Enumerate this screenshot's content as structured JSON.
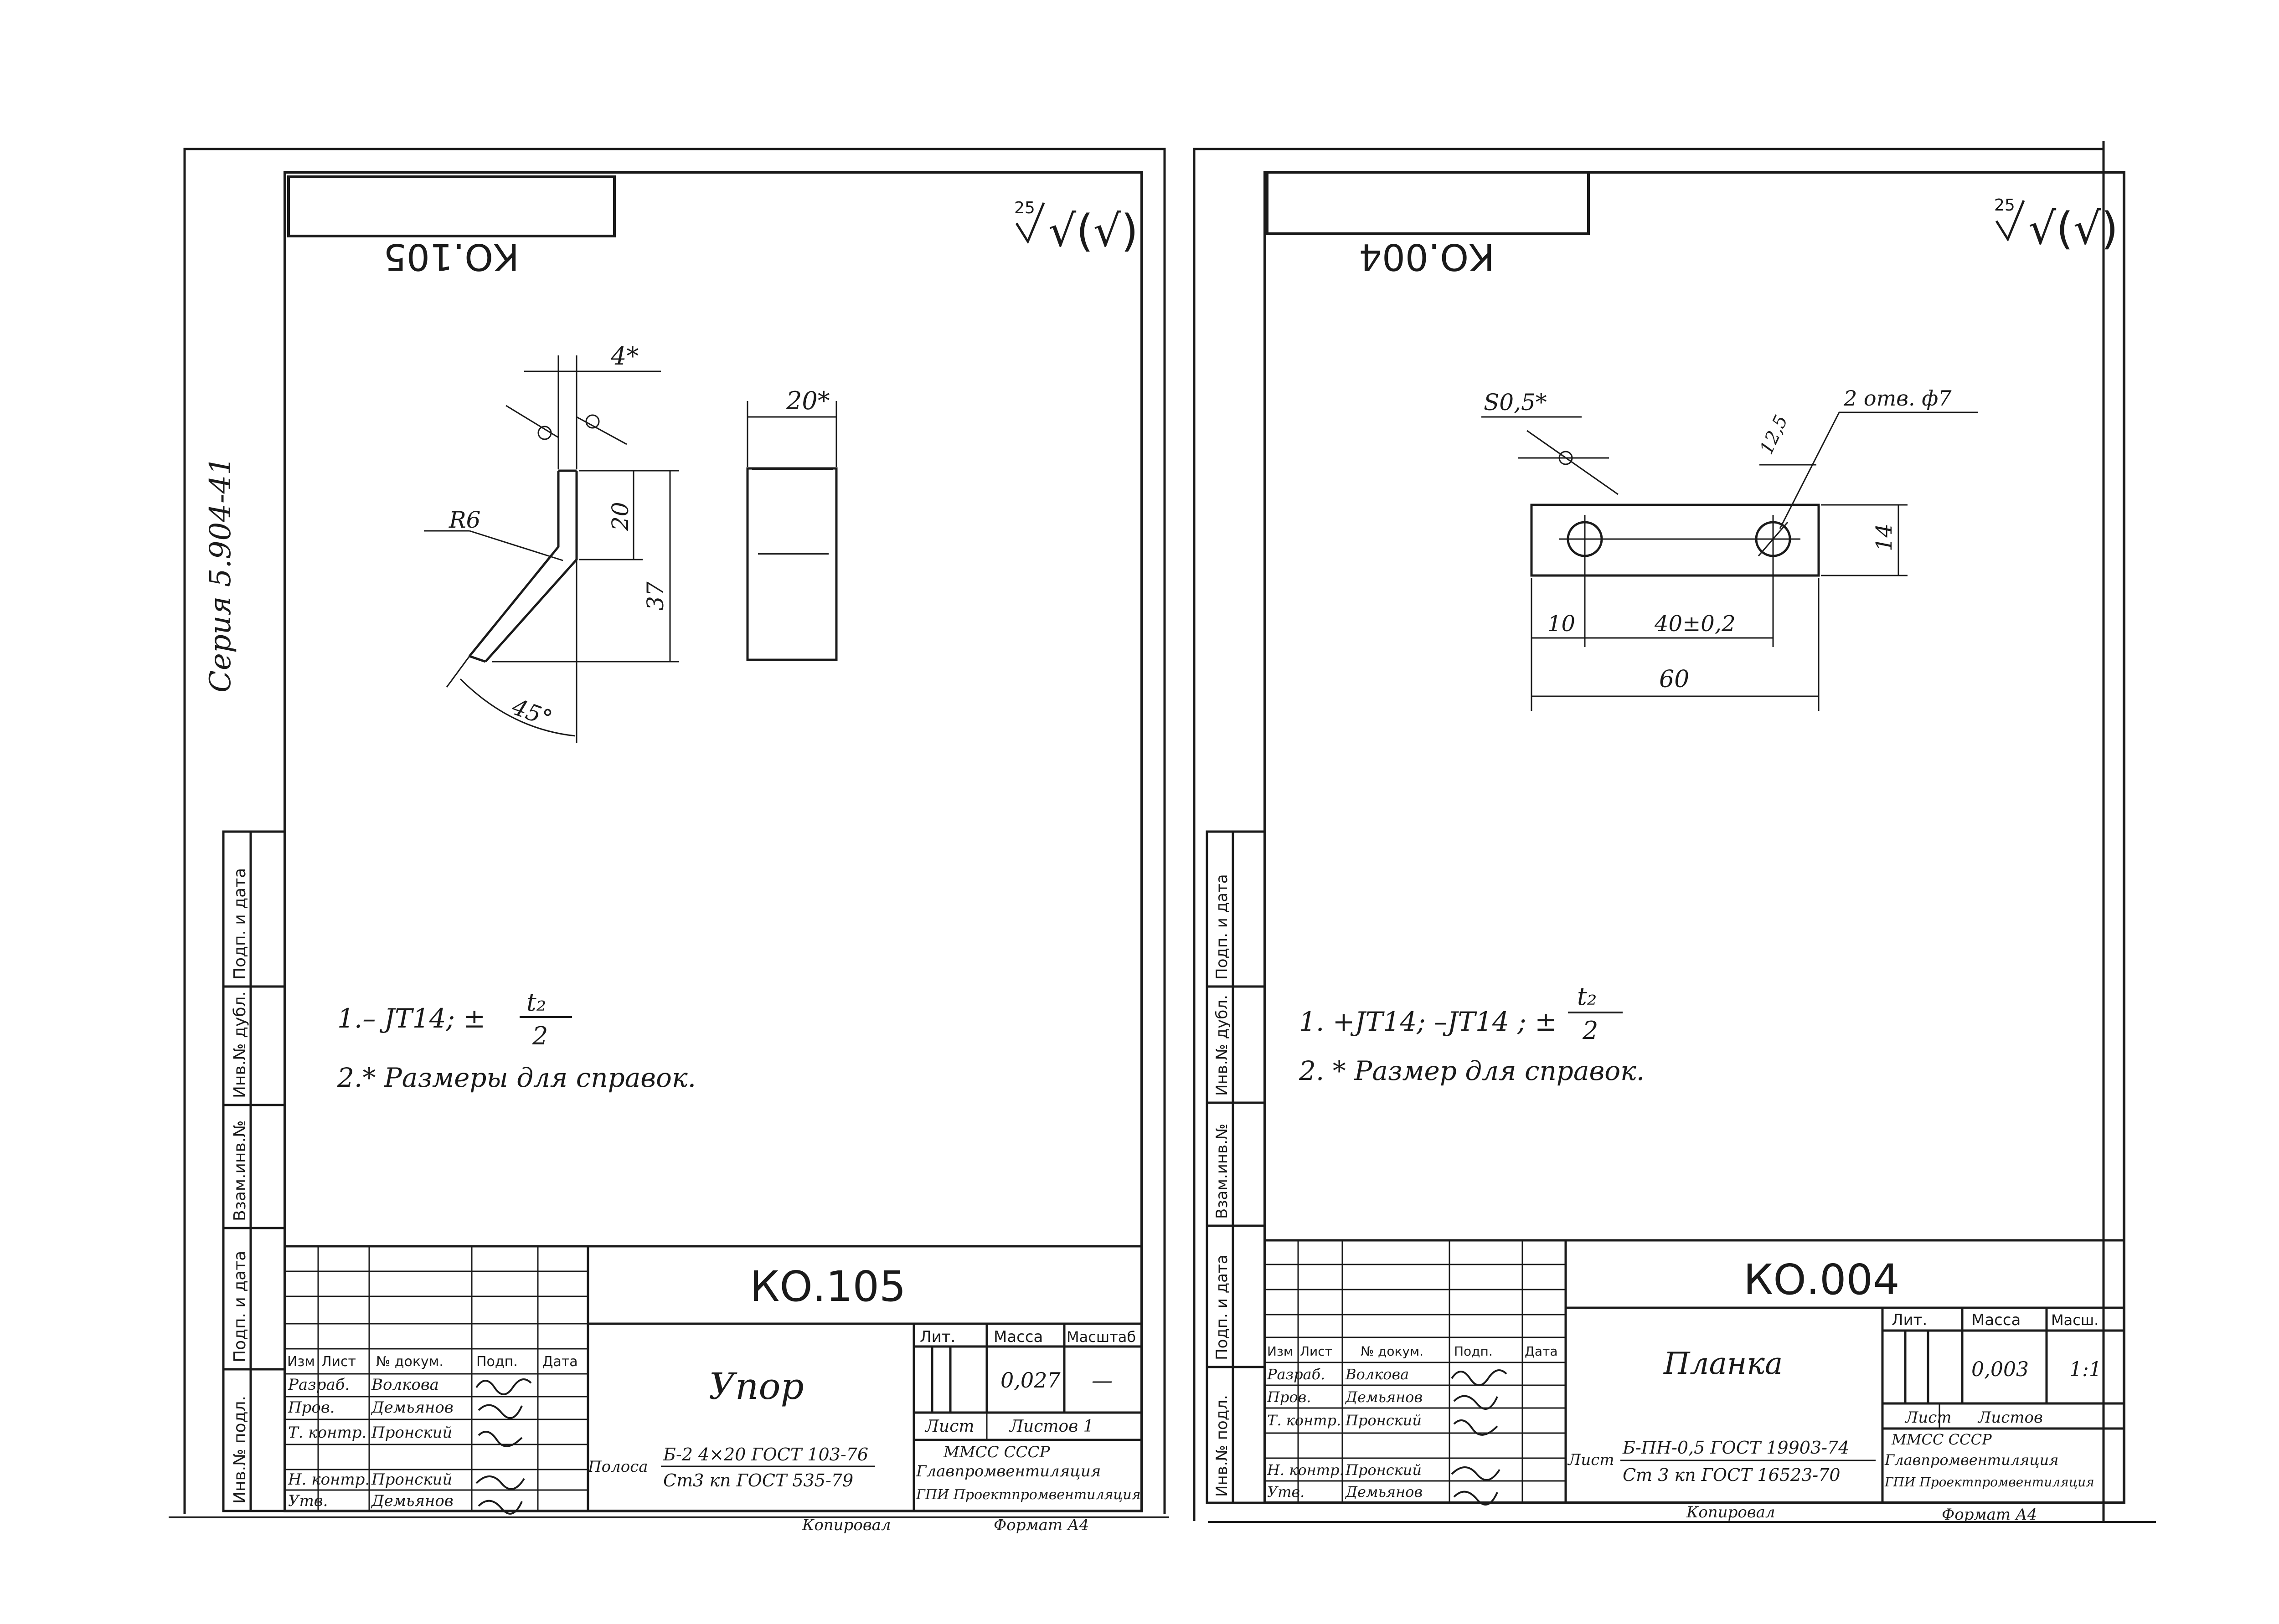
{
  "series_label": "Серия 5.904-41",
  "side_stamp": {
    "rows": [
      "Инв.№ подл.",
      "Подп. и дата",
      "Взам.инв.№",
      "Инв.№ дубл.",
      "Подп. и дата"
    ]
  },
  "roughness": {
    "value": "25",
    "symbol": "√(√)"
  },
  "sheets": [
    {
      "id": "left",
      "mirrored_code": "КО.105",
      "dims": {
        "thickness": "4*",
        "width": "20*",
        "bend_height": "20",
        "total_height": "37",
        "radius": "R6",
        "angle": "45°"
      },
      "notes": [
        "1.– JT14; ±",
        "2.* Размеры для справок."
      ],
      "tolerance_num": "t₂",
      "tolerance_den": "2",
      "title_block": {
        "code": "КО.105",
        "name": "Упор",
        "material_prefix": "Полоса",
        "material_line1": "Б-2 4×20 ГОСТ 103-76",
        "material_line2": "Ст3 кп ГОСТ 535-79",
        "hdr_izm": "Изм",
        "hdr_list": "Лист",
        "hdr_doc": "№ докум.",
        "hdr_sign": "Подп.",
        "hdr_date": "Дата",
        "roles": [
          "Разраб.",
          "Пров.",
          "Т. контр.",
          "",
          "Н. контр.",
          "Утв."
        ],
        "names": [
          "Волкова",
          "Демьянов",
          "Пронский",
          "",
          "Пронский",
          "Демьянов"
        ],
        "lit": "Лит.",
        "mass_hdr": "Масса",
        "scale_hdr": "Масштаб",
        "mass": "0,027",
        "scale": "—",
        "sheet_lbl": "Лист",
        "sheets_lbl": "Листов 1",
        "org1": "ММСС          СССР",
        "org2": "Главпромвентиляция",
        "org3": "ГПИ Проектпромвентиляция",
        "copied": "Копировал",
        "format": "Формат А4"
      }
    },
    {
      "id": "right",
      "mirrored_code": "КО.004",
      "dims": {
        "thickness": "S0,5*",
        "holes": "2 отв. ф7",
        "hole_offset": "12,5",
        "height": "14",
        "edge": "10",
        "pitch": "40±0,2",
        "length": "60"
      },
      "notes": [
        "1. +JT14; –JT14 ; ±",
        "2. * Размер для справок."
      ],
      "tolerance_num": "t₂",
      "tolerance_den": "2",
      "title_block": {
        "code": "КО.004",
        "name": "Планка",
        "material_prefix": "Лист",
        "material_line1": "Б-ПН-0,5 ГОСТ 19903-74",
        "material_line2": "Ст 3 кп ГОСТ 16523-70",
        "hdr_izm": "Изм",
        "hdr_list": "Лист",
        "hdr_doc": "№ докум.",
        "hdr_sign": "Подп.",
        "hdr_date": "Дата",
        "roles": [
          "Разраб.",
          "Пров.",
          "Т. контр.",
          "",
          "Н. контр.",
          "Утв."
        ],
        "names": [
          "Волкова",
          "Демьянов",
          "Пронский",
          "",
          "Пронский",
          "Демьянов"
        ],
        "lit": "Лит.",
        "mass_hdr": "Масса",
        "scale_hdr": "Масш.",
        "mass": "0,003",
        "scale": "1:1",
        "sheet_lbl": "Лист",
        "sheets_lbl": "Листов",
        "org1": "ММСС          СССР",
        "org2": "Главпромвентиляция",
        "org3": "ГПИ Проектпромвентиляция",
        "copied": "Копировал",
        "format": "Формат А4"
      }
    }
  ]
}
